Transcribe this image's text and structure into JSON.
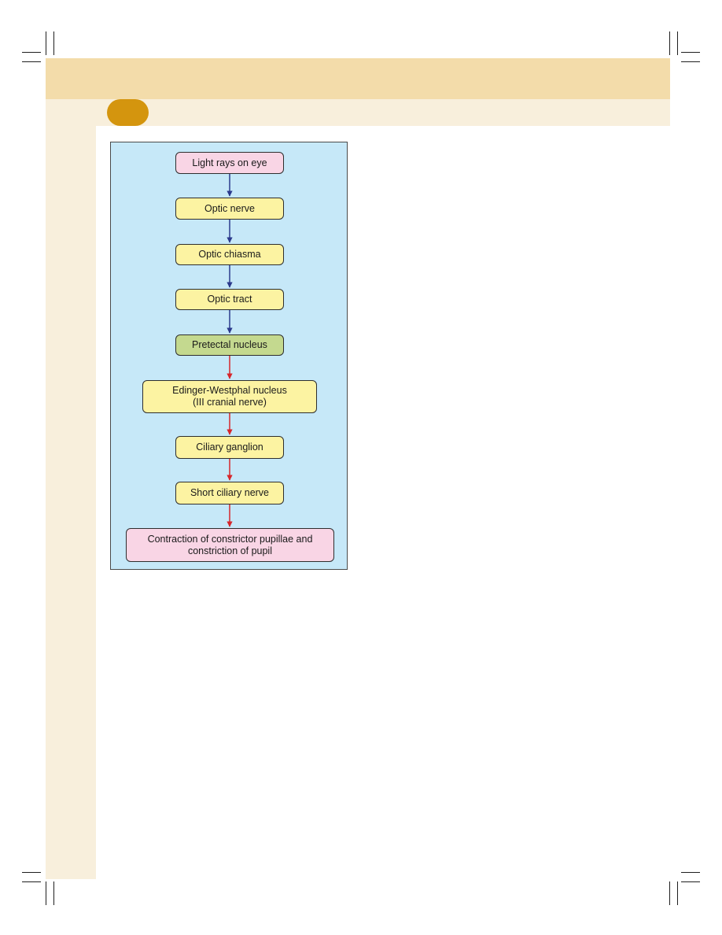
{
  "flowchart": {
    "nodes": [
      {
        "label": "Light rays on eye",
        "color": "#f9d5e5"
      },
      {
        "label": "Optic nerve",
        "color": "#fcf3a2"
      },
      {
        "label": "Optic chiasma",
        "color": "#fcf3a2"
      },
      {
        "label": "Optic tract",
        "color": "#fcf3a2"
      },
      {
        "label": "Pretectal nucleus",
        "color": "#c4d98f"
      },
      {
        "label": "Edinger-Westphal nucleus\n(III cranial nerve)",
        "color": "#fcf3a2"
      },
      {
        "label": "Ciliary ganglion",
        "color": "#fcf3a2"
      },
      {
        "label": "Short ciliary nerve",
        "color": "#fcf3a2"
      },
      {
        "label": "Contraction of constrictor pupillae and\nconstriction of pupil",
        "color": "#f9d5e5"
      }
    ],
    "arrow_colors": {
      "afferent": "#2b3a8c",
      "efferent": "#d6262b"
    }
  }
}
